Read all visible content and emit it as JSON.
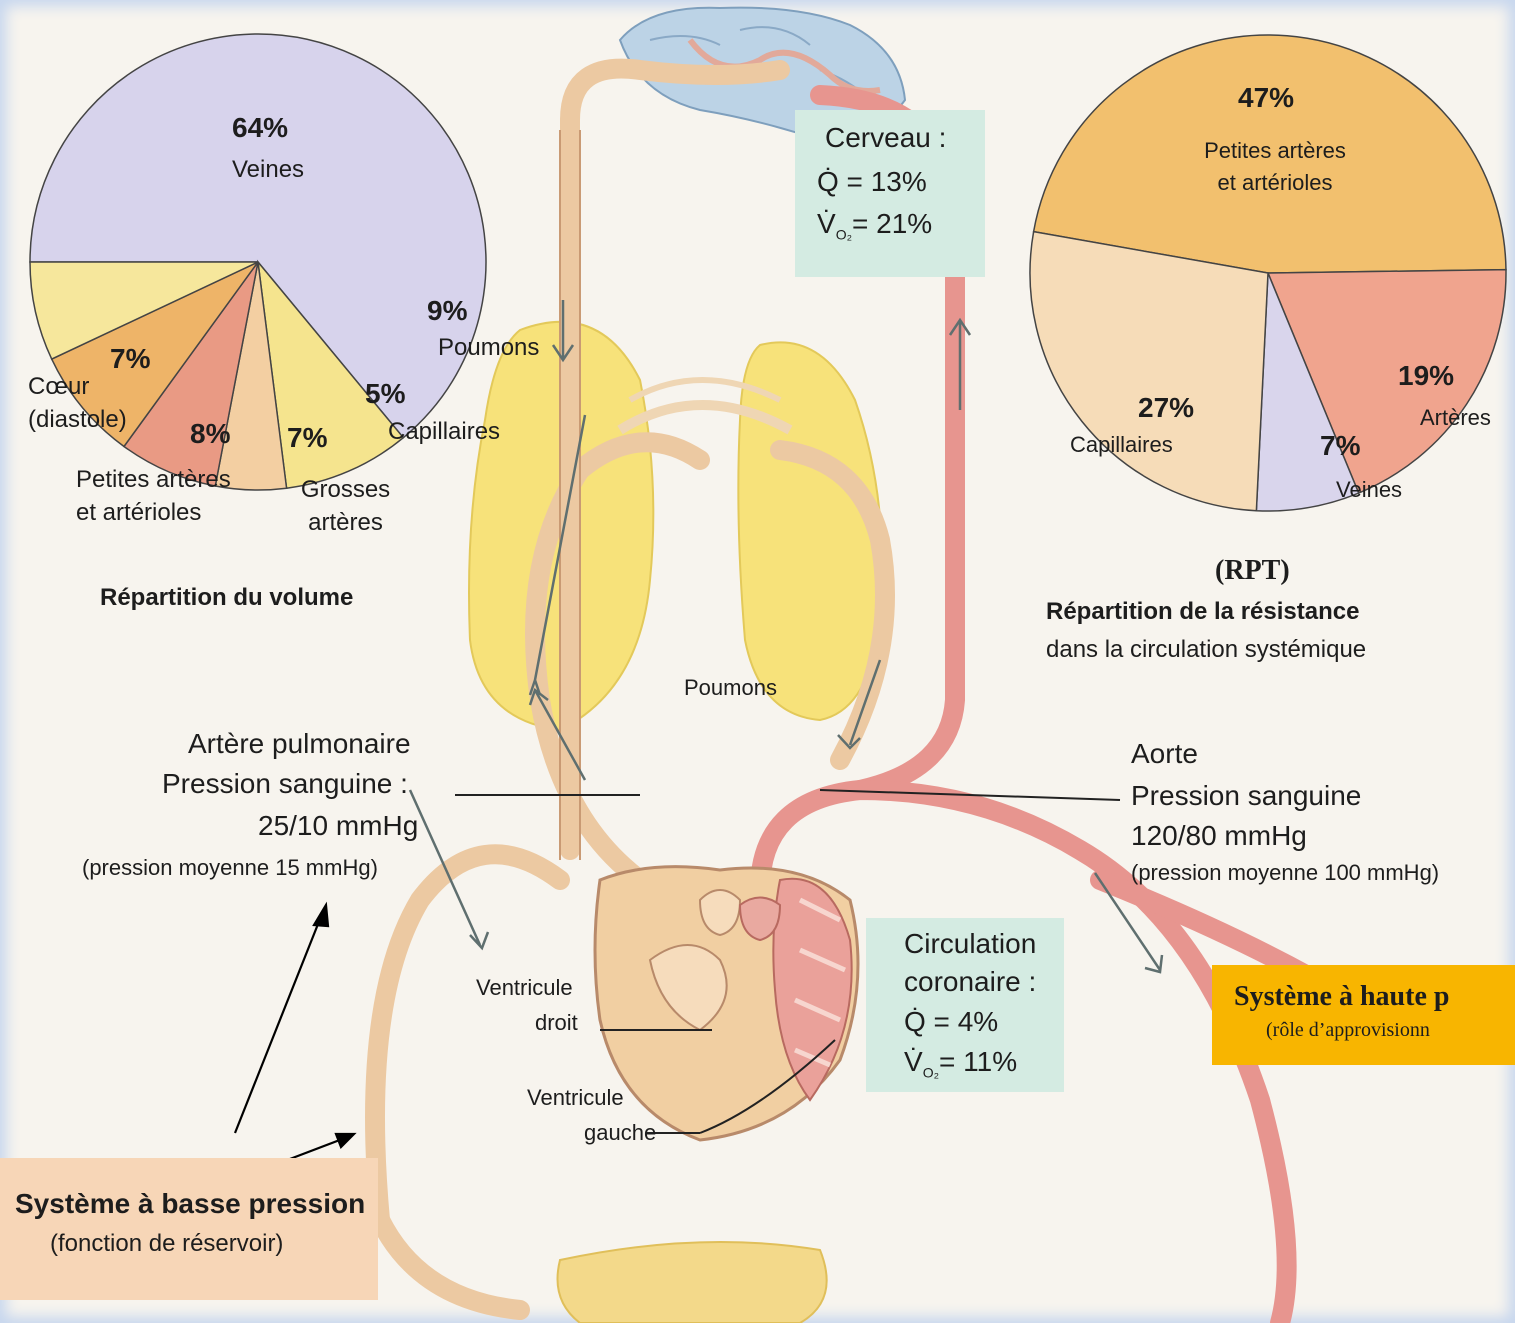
{
  "volume_pie": {
    "title": "Répartition du volume",
    "slices": [
      {
        "pct": "64%",
        "label": "Veines",
        "value": 64,
        "color": "#d7d3ec"
      },
      {
        "pct": "9%",
        "label": "Poumons",
        "value": 9,
        "color": "#f5e48e"
      },
      {
        "pct": "5%",
        "label": "Capillaires",
        "value": 5,
        "color": "#f3cfa2"
      },
      {
        "pct": "7%",
        "label_line1": "Grosses",
        "label_line2": "artères",
        "value": 7,
        "color": "#e99a84"
      },
      {
        "pct": "8%",
        "label_line1": "Petites artères",
        "label_line2": "et artérioles",
        "value": 8,
        "color": "#eeb468"
      },
      {
        "pct": "7%",
        "label_line1": "Cœur",
        "label_line2": "(diastole)",
        "value": 7,
        "color": "#f6e79c"
      }
    ]
  },
  "resistance_pie": {
    "tag": "(RPT)",
    "title": "Répartition de la résistance",
    "subtitle": "dans la circulation systémique",
    "slices": [
      {
        "pct": "47%",
        "label_line1": "Petites artères",
        "label_line2": "et artérioles",
        "value": 47,
        "color": "#f2c06e"
      },
      {
        "pct": "19%",
        "label": "Artères",
        "value": 19,
        "color": "#f0a48e"
      },
      {
        "pct": "7%",
        "label": "Veines",
        "value": 7,
        "color": "#d9d5ec"
      },
      {
        "pct": "27%",
        "label": "Capillaires",
        "value": 27,
        "color": "#f6dcb8"
      }
    ]
  },
  "brain": {
    "title": "Cerveau :",
    "q": "Q̇ = 13%",
    "vo2_prefix": "V̇",
    "vo2_sub": "O₂",
    "vo2_value": "= 21%"
  },
  "coronary": {
    "line1": "Circulation",
    "line2": "coronaire :",
    "q": "Q̇  = 4%",
    "vo2_prefix": "V̇",
    "vo2_sub": "O₂",
    "vo2_value": "= 11%"
  },
  "labels": {
    "poumons": "Poumons",
    "ventricule_droit_1": "Ventricule",
    "ventricule_droit_2": "droit",
    "ventricule_gauche_1": "Ventricule",
    "ventricule_gauche_2": "gauche"
  },
  "pulmonary_artery": {
    "line1": "Artère pulmonaire",
    "line2": "Pression sanguine :",
    "line3": "25/10 mmHg",
    "line4": "(pression moyenne 15 mmHg)"
  },
  "aorta": {
    "line1": "Aorte",
    "line2": "Pression sanguine",
    "line3": "120/80 mmHg",
    "line4": "(pression moyenne 100 mmHg)"
  },
  "low_pressure": {
    "title": "Système à basse pression",
    "subtitle": "(fonction de réservoir)"
  },
  "high_pressure": {
    "title": "Système à haute p",
    "subtitle": "(rôle d’approvisionn"
  },
  "colors": {
    "vein": "#ecc9a2",
    "artery": "#e7958f",
    "lung": "#f7e27a",
    "info_box": "#d4ebe2",
    "low_box": "#f7d6b7",
    "high_box": "#f8b500"
  }
}
